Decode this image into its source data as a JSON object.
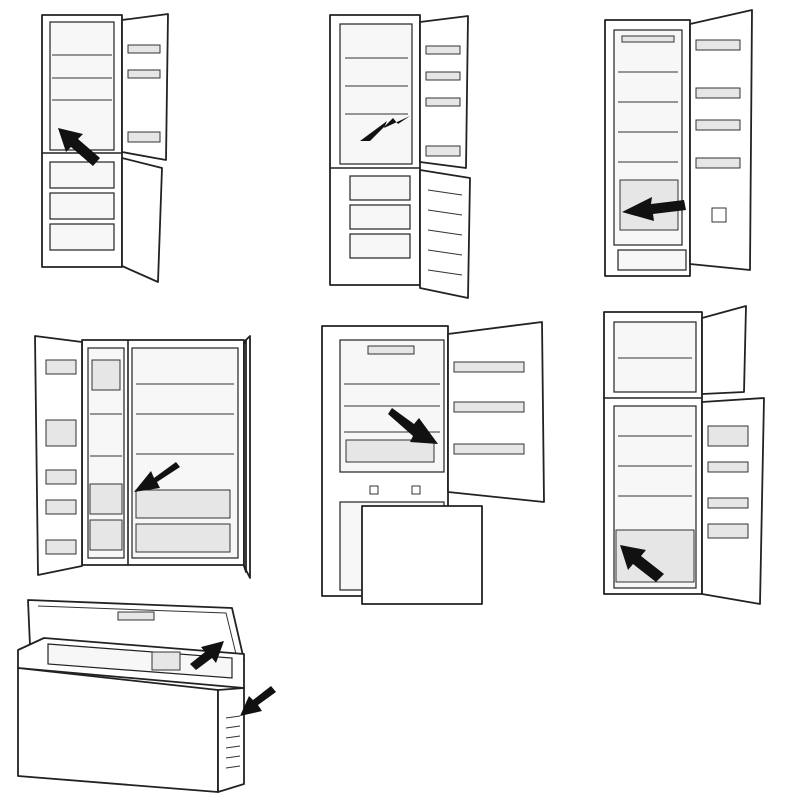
{
  "figure": {
    "background": "#ffffff",
    "line_color": "#222222",
    "arrow_color": "#111111",
    "panels": [
      {
        "id": "fridge-freezer-bottom-freezer",
        "icon": "fridge-freezer-icon"
      },
      {
        "id": "fridge-freezer-built-in",
        "icon": "fridge-freezer-icon"
      },
      {
        "id": "tall-single-door-fridge",
        "icon": "fridge-icon"
      },
      {
        "id": "side-by-side-fridge",
        "icon": "side-by-side-icon"
      },
      {
        "id": "built-in-fridge-drawer-freezer",
        "icon": "fridge-freezer-icon"
      },
      {
        "id": "top-freezer-fridge",
        "icon": "fridge-icon"
      },
      {
        "id": "chest-freezer",
        "icon": "chest-freezer-icon"
      }
    ],
    "arrow_count": 8
  }
}
